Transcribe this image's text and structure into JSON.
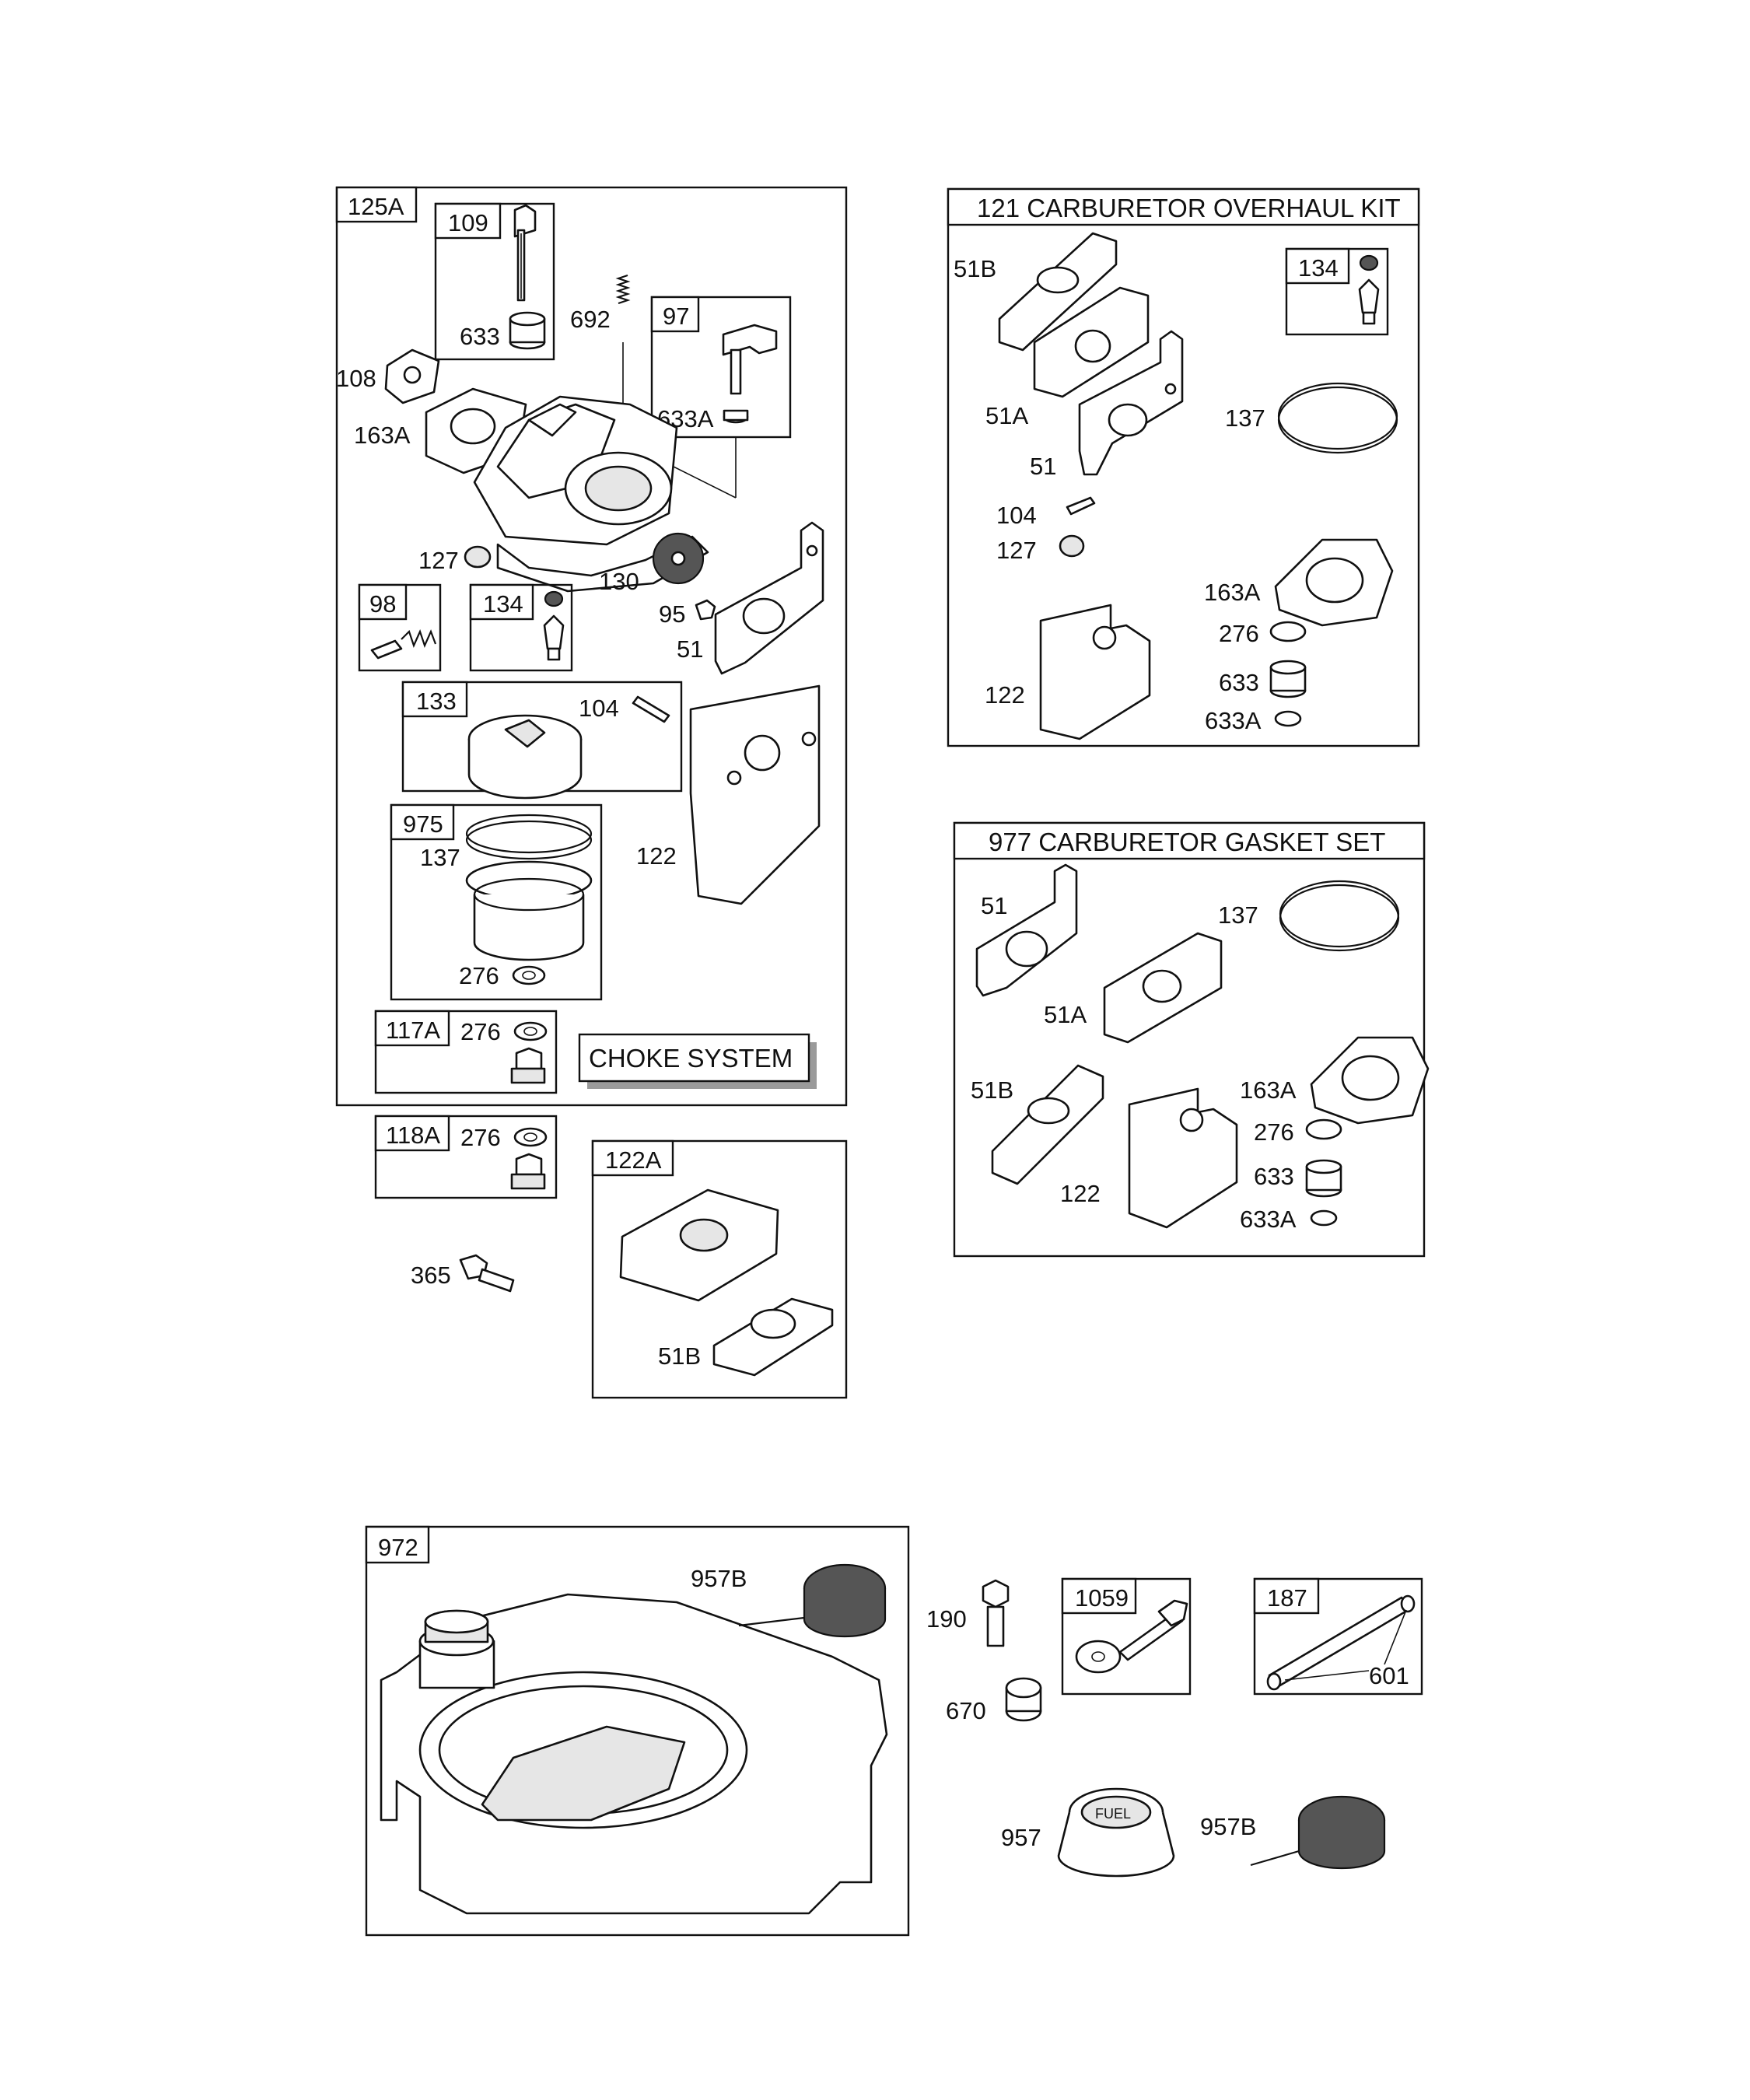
{
  "carburetor_group": {
    "tag": "125A",
    "choke_label": "CHOKE SYSTEM",
    "subgroups": {
      "g109": {
        "tag": "109",
        "parts": [
          "633"
        ]
      },
      "g97": {
        "tag": "97",
        "parts": [
          "633A"
        ]
      },
      "g98": {
        "tag": "98"
      },
      "g134": {
        "tag": "134"
      },
      "g133": {
        "tag": "133",
        "parts": [
          "104"
        ]
      },
      "g975": {
        "tag": "975",
        "parts": [
          "137",
          "276"
        ]
      },
      "g117A": {
        "tag": "117A",
        "parts": [
          "276"
        ]
      }
    },
    "loose_parts": [
      "692",
      "108",
      "163A",
      "127",
      "130",
      "95",
      "51",
      "122"
    ]
  },
  "g118A": {
    "tag": "118A",
    "parts": [
      "276"
    ]
  },
  "g122A": {
    "tag": "122A",
    "parts": [
      "51B"
    ]
  },
  "part_365": "365",
  "overhaul_kit": {
    "title": "121 CARBURETOR OVERHAUL KIT",
    "tag134": "134",
    "parts": [
      "51B",
      "51A",
      "51",
      "104",
      "127",
      "122",
      "137",
      "163A",
      "276",
      "633",
      "633A"
    ]
  },
  "gasket_set": {
    "title": "977 CARBURETOR GASKET SET",
    "parts": [
      "51",
      "137",
      "51A",
      "51B",
      "122",
      "163A",
      "276",
      "633",
      "633A"
    ]
  },
  "fuel_tank": {
    "tag": "972",
    "parts": [
      "957B"
    ]
  },
  "misc": {
    "g1059": {
      "tag": "1059"
    },
    "g187": {
      "tag": "187",
      "parts": [
        "601"
      ]
    },
    "parts": [
      "190",
      "670",
      "957",
      "957B"
    ],
    "cap_text": "FUEL"
  }
}
